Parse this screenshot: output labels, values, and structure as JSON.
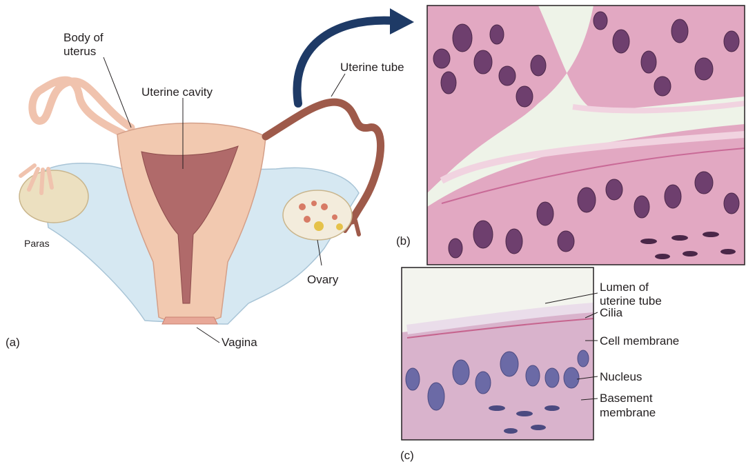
{
  "panels": {
    "a": "(a)",
    "b": "(b)",
    "c": "(c)"
  },
  "diagram_labels": {
    "body_of_uterus_line1": "Body of",
    "body_of_uterus_line2": "uterus",
    "uterine_cavity": "Uterine cavity",
    "uterine_tube": "Uterine tube",
    "paras": "Paras",
    "ovary": "Ovary",
    "vagina": "Vagina"
  },
  "micro_labels": {
    "lumen_line1": "Lumen of",
    "lumen_line2": "uterine tube",
    "cilia": "Cilia",
    "cell_membrane": "Cell membrane",
    "nucleus": "Nucleus",
    "basement_line1": "Basement",
    "basement_line2": "membrane"
  },
  "colors": {
    "tissue_pink": "#e9b9c9",
    "uterus_flesh": "#f2c9b0",
    "cavity": "#b06a6a",
    "ligament_blue": "#d6e8f2",
    "arrow_navy": "#1e3a66",
    "nucleus_purple": "#6e3f6e",
    "lumen_pale": "#eef3e8"
  }
}
